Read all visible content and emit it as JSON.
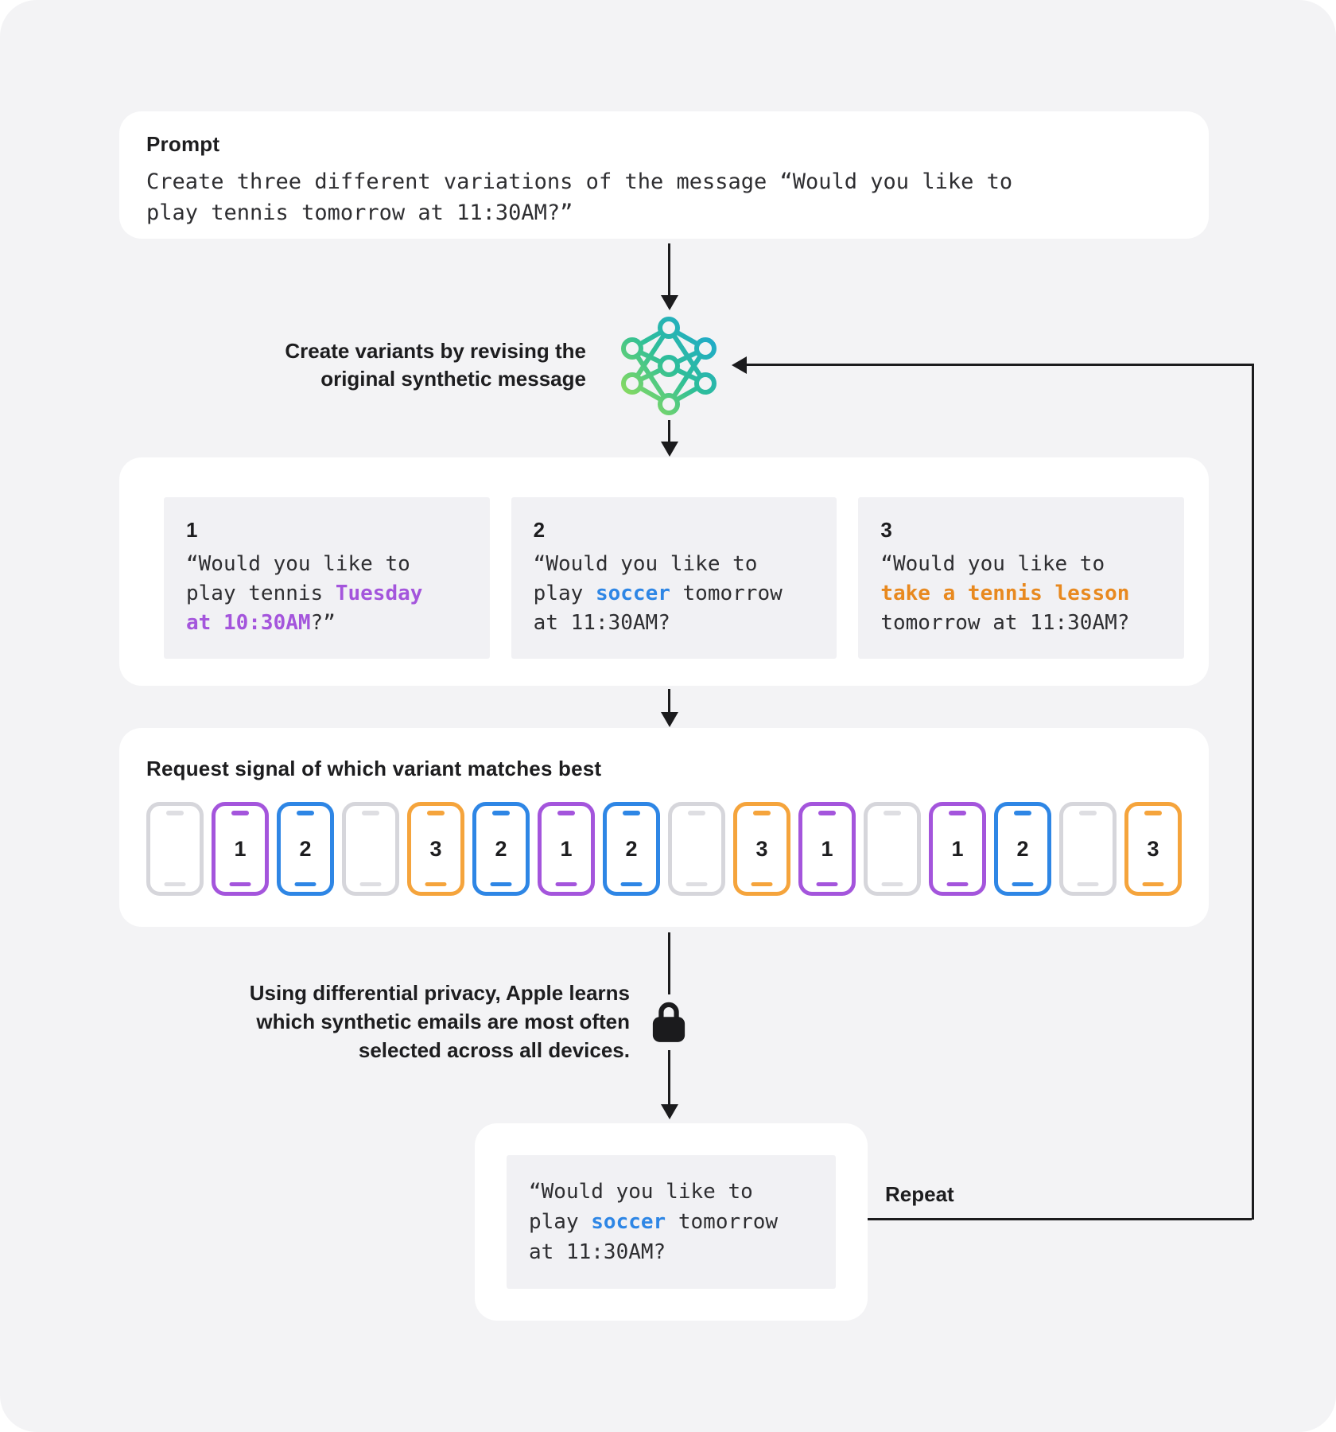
{
  "palette": {
    "purple": "#a455dc",
    "blue": "#2e86e5",
    "orange": "#e8891f",
    "phone_orange": "#f5a43c",
    "phone_gray": "#d6d6db",
    "line": "#1b1b1d",
    "page_bg": "#f3f3f5",
    "card_bg": "#ffffff",
    "inner_box_bg": "#f1f1f4"
  },
  "prompt_card": {
    "label": "Prompt",
    "lines": [
      "Create three different variations of the message “Would you like to",
      "play tennis tomorrow at 11:30AM?”"
    ]
  },
  "generator": {
    "icon": "neural-network-icon",
    "label_lines": [
      "Create variants by revising the",
      "original synthetic message"
    ]
  },
  "variants_card": {
    "items": [
      {
        "number": "1",
        "lines": [
          [
            {
              "t": "“Would you like to"
            }
          ],
          [
            {
              "t": "play tennis "
            },
            {
              "t": "Tuesday",
              "c": "purple"
            }
          ],
          [
            {
              "t": "at 10:30AM",
              "c": "purple"
            },
            {
              "t": "?”"
            }
          ]
        ]
      },
      {
        "number": "2",
        "lines": [
          [
            {
              "t": "“Would you like to"
            }
          ],
          [
            {
              "t": "play "
            },
            {
              "t": "soccer",
              "c": "blue"
            },
            {
              "t": " tomorrow"
            }
          ],
          [
            {
              "t": "at 11:30AM?"
            }
          ]
        ]
      },
      {
        "number": "3",
        "lines": [
          [
            {
              "t": "“Would you like to"
            }
          ],
          [
            {
              "t": "take a tennis lesson",
              "c": "orange"
            }
          ],
          [
            {
              "t": "tomorrow at 11:30AM?"
            }
          ]
        ]
      }
    ]
  },
  "signal_card": {
    "title": "Request signal of which variant matches best",
    "phones": [
      {
        "label": "",
        "color": "gray"
      },
      {
        "label": "1",
        "color": "purple"
      },
      {
        "label": "2",
        "color": "blue"
      },
      {
        "label": "",
        "color": "gray"
      },
      {
        "label": "3",
        "color": "orange"
      },
      {
        "label": "2",
        "color": "blue"
      },
      {
        "label": "1",
        "color": "purple"
      },
      {
        "label": "2",
        "color": "blue"
      },
      {
        "label": "",
        "color": "gray"
      },
      {
        "label": "3",
        "color": "orange"
      },
      {
        "label": "1",
        "color": "purple"
      },
      {
        "label": "",
        "color": "gray"
      },
      {
        "label": "1",
        "color": "purple"
      },
      {
        "label": "2",
        "color": "blue"
      },
      {
        "label": "",
        "color": "gray"
      },
      {
        "label": "3",
        "color": "orange"
      }
    ]
  },
  "privacy_note": {
    "icon": "lock-icon",
    "lines": [
      "Using differential privacy, Apple learns",
      "which synthetic emails are most often",
      "selected across all devices."
    ]
  },
  "result_card": {
    "lines": [
      [
        {
          "t": "“Would you like to"
        }
      ],
      [
        {
          "t": "play "
        },
        {
          "t": "soccer",
          "c": "blue"
        },
        {
          "t": " tomorrow"
        }
      ],
      [
        {
          "t": "at 11:30AM?"
        }
      ]
    ]
  },
  "repeat_label": "Repeat"
}
